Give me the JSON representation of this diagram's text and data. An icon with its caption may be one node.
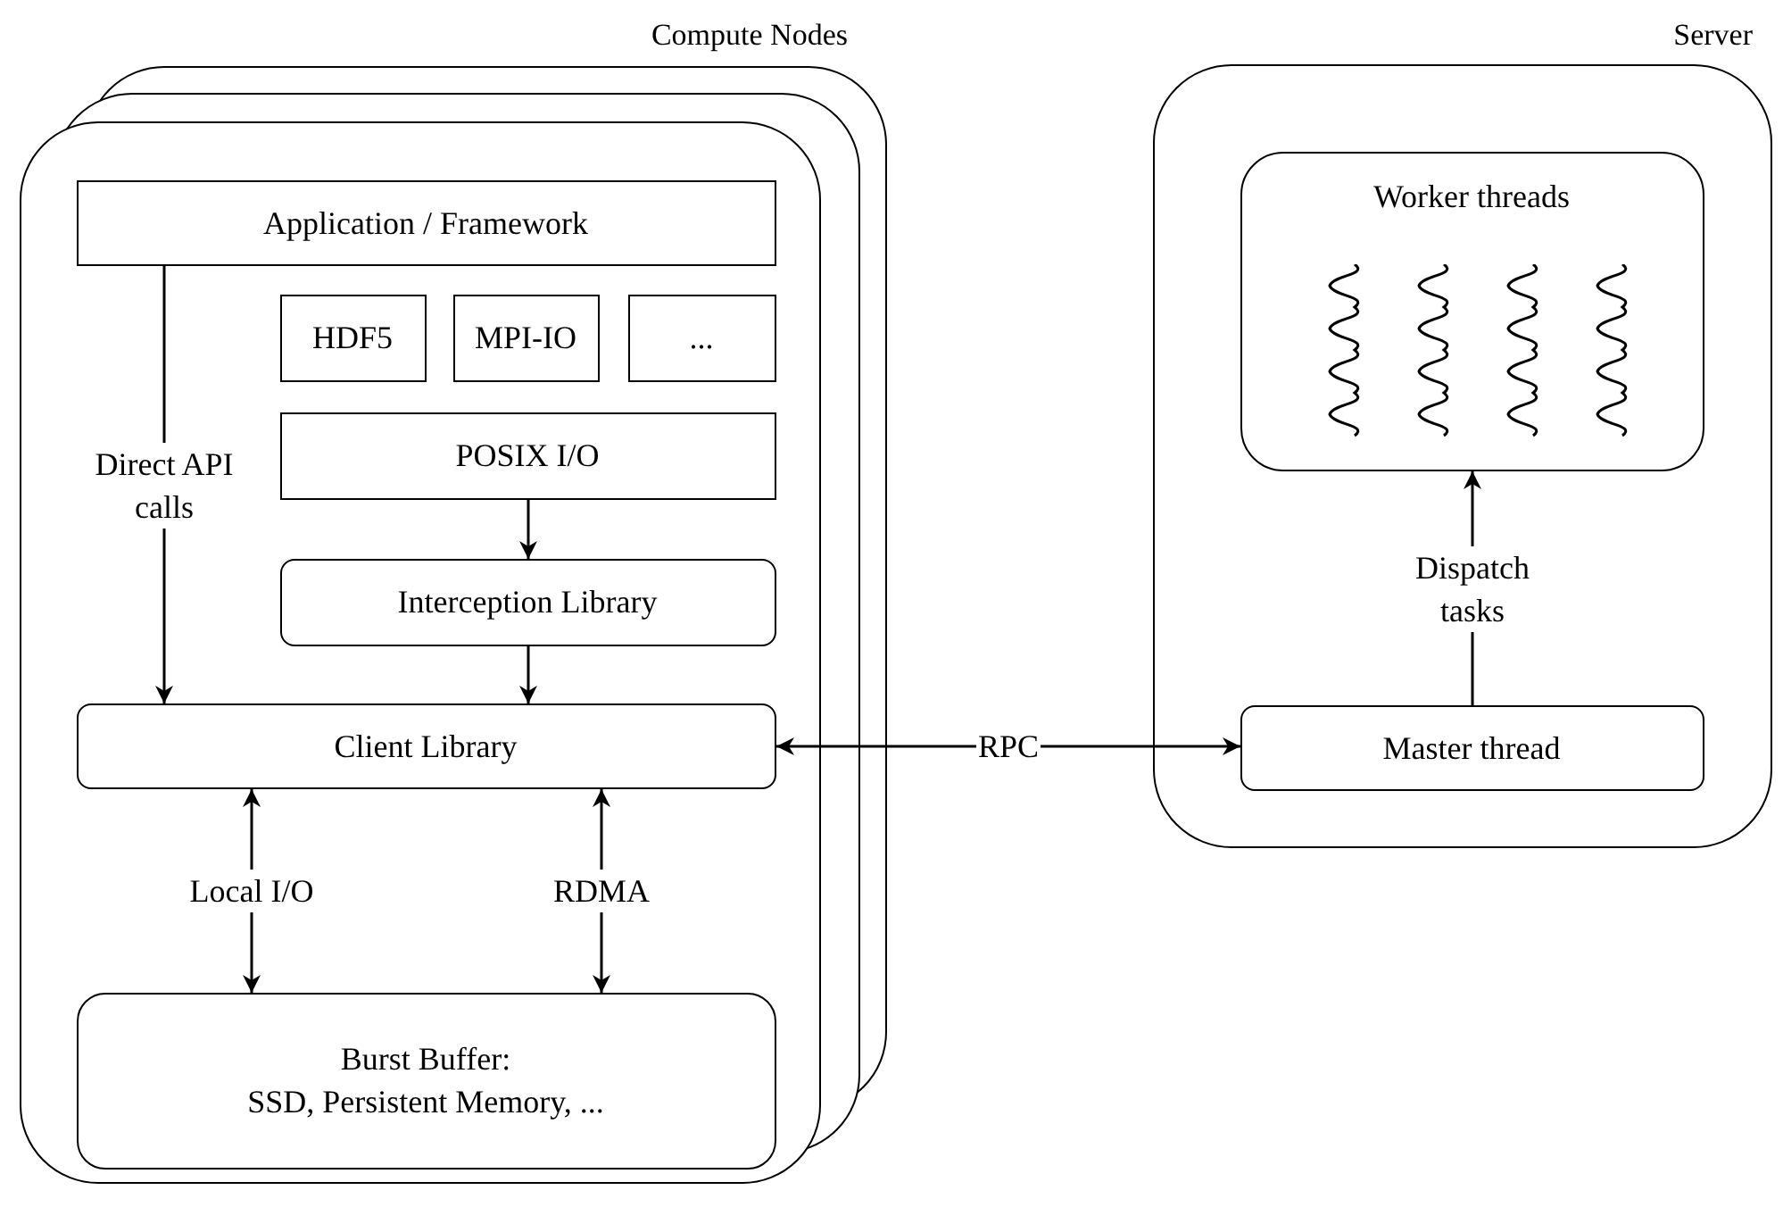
{
  "diagram": {
    "nodes": [
      {
        "text": [
          "Compute Nodes"
        ]
      },
      {
        "text": [
          "Application / Framework"
        ],
        "in": 0
      },
      {
        "text": [
          "HDF5"
        ],
        "in": 0
      },
      {
        "text": [
          "MPI-IO"
        ],
        "in": 0
      },
      {
        "text": [
          "..."
        ],
        "in": 0
      },
      {
        "text": [
          "POSIX I/O"
        ],
        "in": 0
      },
      {
        "text": [
          "Interception Library"
        ],
        "in": 0
      },
      {
        "text": [
          "Client Library"
        ],
        "in": 0
      },
      {
        "text": [
          "Burst Buffer:",
          "SSD, Persistent Memory, ..."
        ],
        "in": 0
      },
      {
        "text": [
          "Server"
        ]
      },
      {
        "text": [
          "Worker threads"
        ],
        "in": 9
      },
      {
        "text": [
          "Master thread"
        ],
        "in": 9
      }
    ],
    "edges": [
      {
        "from": 1,
        "to": 7,
        "arrow": "to",
        "label": "Direct API calls"
      },
      {
        "from": 5,
        "to": 6,
        "arrow": "to"
      },
      {
        "from": 6,
        "to": 7,
        "arrow": "to"
      },
      {
        "from": 7,
        "to": 8,
        "arrow": "both",
        "label": "Local I/O"
      },
      {
        "from": 7,
        "to": 8,
        "arrow": "both",
        "label": "RDMA"
      },
      {
        "from": 7,
        "to": 11,
        "arrow": "both",
        "label": "RPC"
      },
      {
        "from": 11,
        "to": 10,
        "arrow": "to",
        "label": "Dispatch tasks"
      }
    ]
  }
}
